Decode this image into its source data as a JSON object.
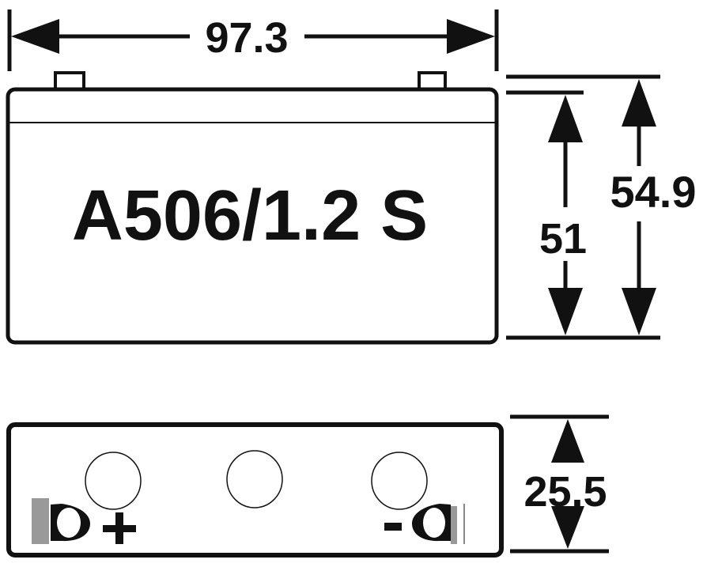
{
  "model_label": "A506/1.2 S",
  "dimensions": {
    "length": "97.3",
    "height_body": "51",
    "height_total": "54.9",
    "width": "25.5"
  },
  "terminals": {
    "positive_symbol": "+",
    "negative_symbol": "-"
  },
  "colors": {
    "ink": "#111111",
    "background": "#ffffff"
  }
}
